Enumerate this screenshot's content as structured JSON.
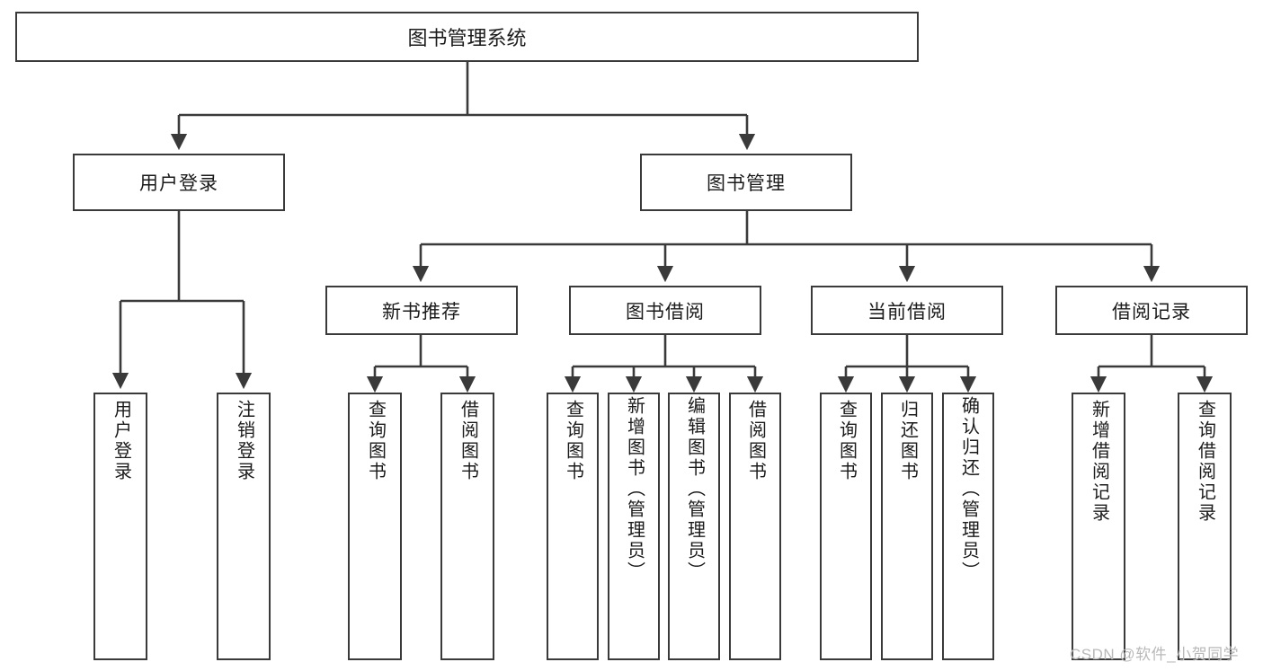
{
  "diagram": {
    "type": "tree",
    "title": "图书管理系统",
    "watermark": "CSDN @软件_小贺同学",
    "colors": {
      "border": "#3a3a3a",
      "background": "#ffffff",
      "text": "#1b1b1b",
      "watermark": "#b9b9b9"
    },
    "root": {
      "label": "图书管理系统"
    },
    "level2": [
      {
        "key": "user-login",
        "label": "用户登录"
      },
      {
        "key": "book-management",
        "label": "图书管理"
      }
    ],
    "level3": [
      {
        "key": "new-book-recommend",
        "label": "新书推荐"
      },
      {
        "key": "book-borrow",
        "label": "图书借阅"
      },
      {
        "key": "current-borrow",
        "label": "当前借阅"
      },
      {
        "key": "borrow-record",
        "label": "借阅记录"
      }
    ],
    "leaves": {
      "user_login": [
        {
          "key": "user-login-leaf",
          "label": "用户登录"
        },
        {
          "key": "user-logout-leaf",
          "label": "注销登录"
        }
      ],
      "new_book_recommend": [
        {
          "key": "query-book-1",
          "label": "查询图书"
        },
        {
          "key": "borrow-book-1",
          "label": "借阅图书"
        }
      ],
      "book_borrow": [
        {
          "key": "query-book-2",
          "label": "查询图书"
        },
        {
          "key": "add-book-admin",
          "label": "新增图书（管理员）"
        },
        {
          "key": "edit-book-admin",
          "label": "编辑图书（管理员）"
        },
        {
          "key": "borrow-book-2",
          "label": "借阅图书"
        }
      ],
      "current_borrow": [
        {
          "key": "query-book-3",
          "label": "查询图书"
        },
        {
          "key": "return-book",
          "label": "归还图书"
        },
        {
          "key": "confirm-return-admin",
          "label": "确认归还（管理员）"
        }
      ],
      "borrow_record": [
        {
          "key": "add-borrow-record",
          "label": "新增借阅记录"
        },
        {
          "key": "query-borrow-record",
          "label": "查询借阅记录"
        }
      ]
    }
  }
}
